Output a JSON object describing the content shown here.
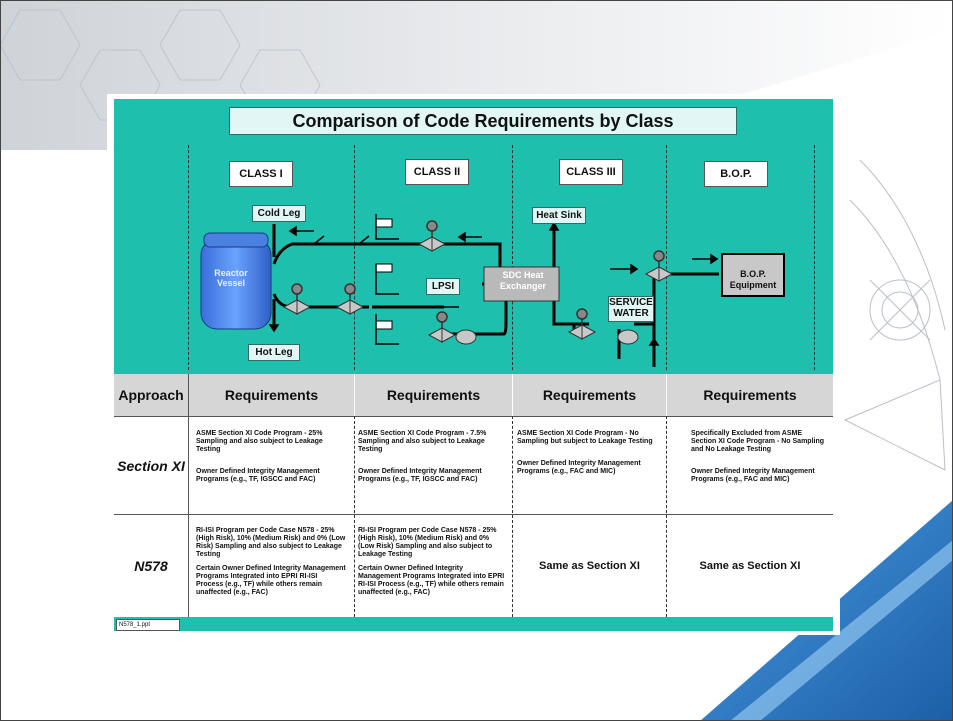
{
  "title": "Comparison of Code Requirements by Class",
  "classes": [
    "CLASS I",
    "CLASS II",
    "CLASS III",
    "B.O.P."
  ],
  "diagram": {
    "cold_leg": "Cold Leg",
    "hot_leg": "Hot Leg",
    "reactor_vessel": "Reactor Vessel",
    "lpsi": "LPSI",
    "heat_sink": "Heat Sink",
    "sdc_heat_exchanger": "SDC Heat Exchanger",
    "service_water": "SERVICE WATER",
    "bop_equipment": "B.O.P. Equipment"
  },
  "table": {
    "approach_header": "Approach",
    "requirements_header": "Requirements",
    "rows": [
      {
        "label": "Section XI",
        "cells": [
          {
            "p1": "ASME Section XI Code Program - 25% Sampling and also subject to Leakage Testing",
            "p2": "Owner Defined Integrity Management Programs (e.g., TF, IGSCC and FAC)"
          },
          {
            "p1": "ASME Section XI Code Program - 7.5% Sampling and also subject to Leakage Testing",
            "p2": "Owner Defined Integrity Management Programs (e.g., TF, IGSCC and FAC)"
          },
          {
            "p1": "ASME Section XI Code Program - No Sampling but subject to Leakage Testing",
            "p2": "Owner Defined Integrity Management Programs (e.g., FAC and MIC)"
          },
          {
            "p1": "Specifically Excluded from ASME Section XI Code Program - No Sampling and No Leakage Testing",
            "p2": "Owner Defined Integrity Management Programs (e.g., FAC and MIC)"
          }
        ]
      },
      {
        "label": "N578",
        "cells": [
          {
            "p1": "RI-ISI Program per Code Case N578 - 25% (High Risk), 10% (Medium Risk) and 0% (Low Risk) Sampling and also subject to Leakage Testing",
            "p2": "Certain Owner Defined Integrity Management Programs Integrated into EPRI RI-ISI Process (e.g., TF) while others remain unaffected (e.g., FAC)"
          },
          {
            "p1": "RI-ISI Program per Code Case N578 - 25% (High Risk), 10% (Medium Risk) and 0% (Low Risk) Sampling and also subject to Leakage Testing",
            "p2": "Certain Owner Defined Integrity Management Programs Integrated into EPRI RI-ISI Process (e.g., TF) while others remain unaffected (e.g., FAC)"
          },
          {
            "same": "Same as Section XI"
          },
          {
            "same": "Same as Section XI"
          }
        ]
      }
    ]
  },
  "footer_tag": "N578_1.ppt",
  "colors": {
    "teal": "#1fbfae",
    "vessel": "#3e78e6",
    "header_gray": "#d6d6d6",
    "accent_blue": "#2f7fd0"
  }
}
